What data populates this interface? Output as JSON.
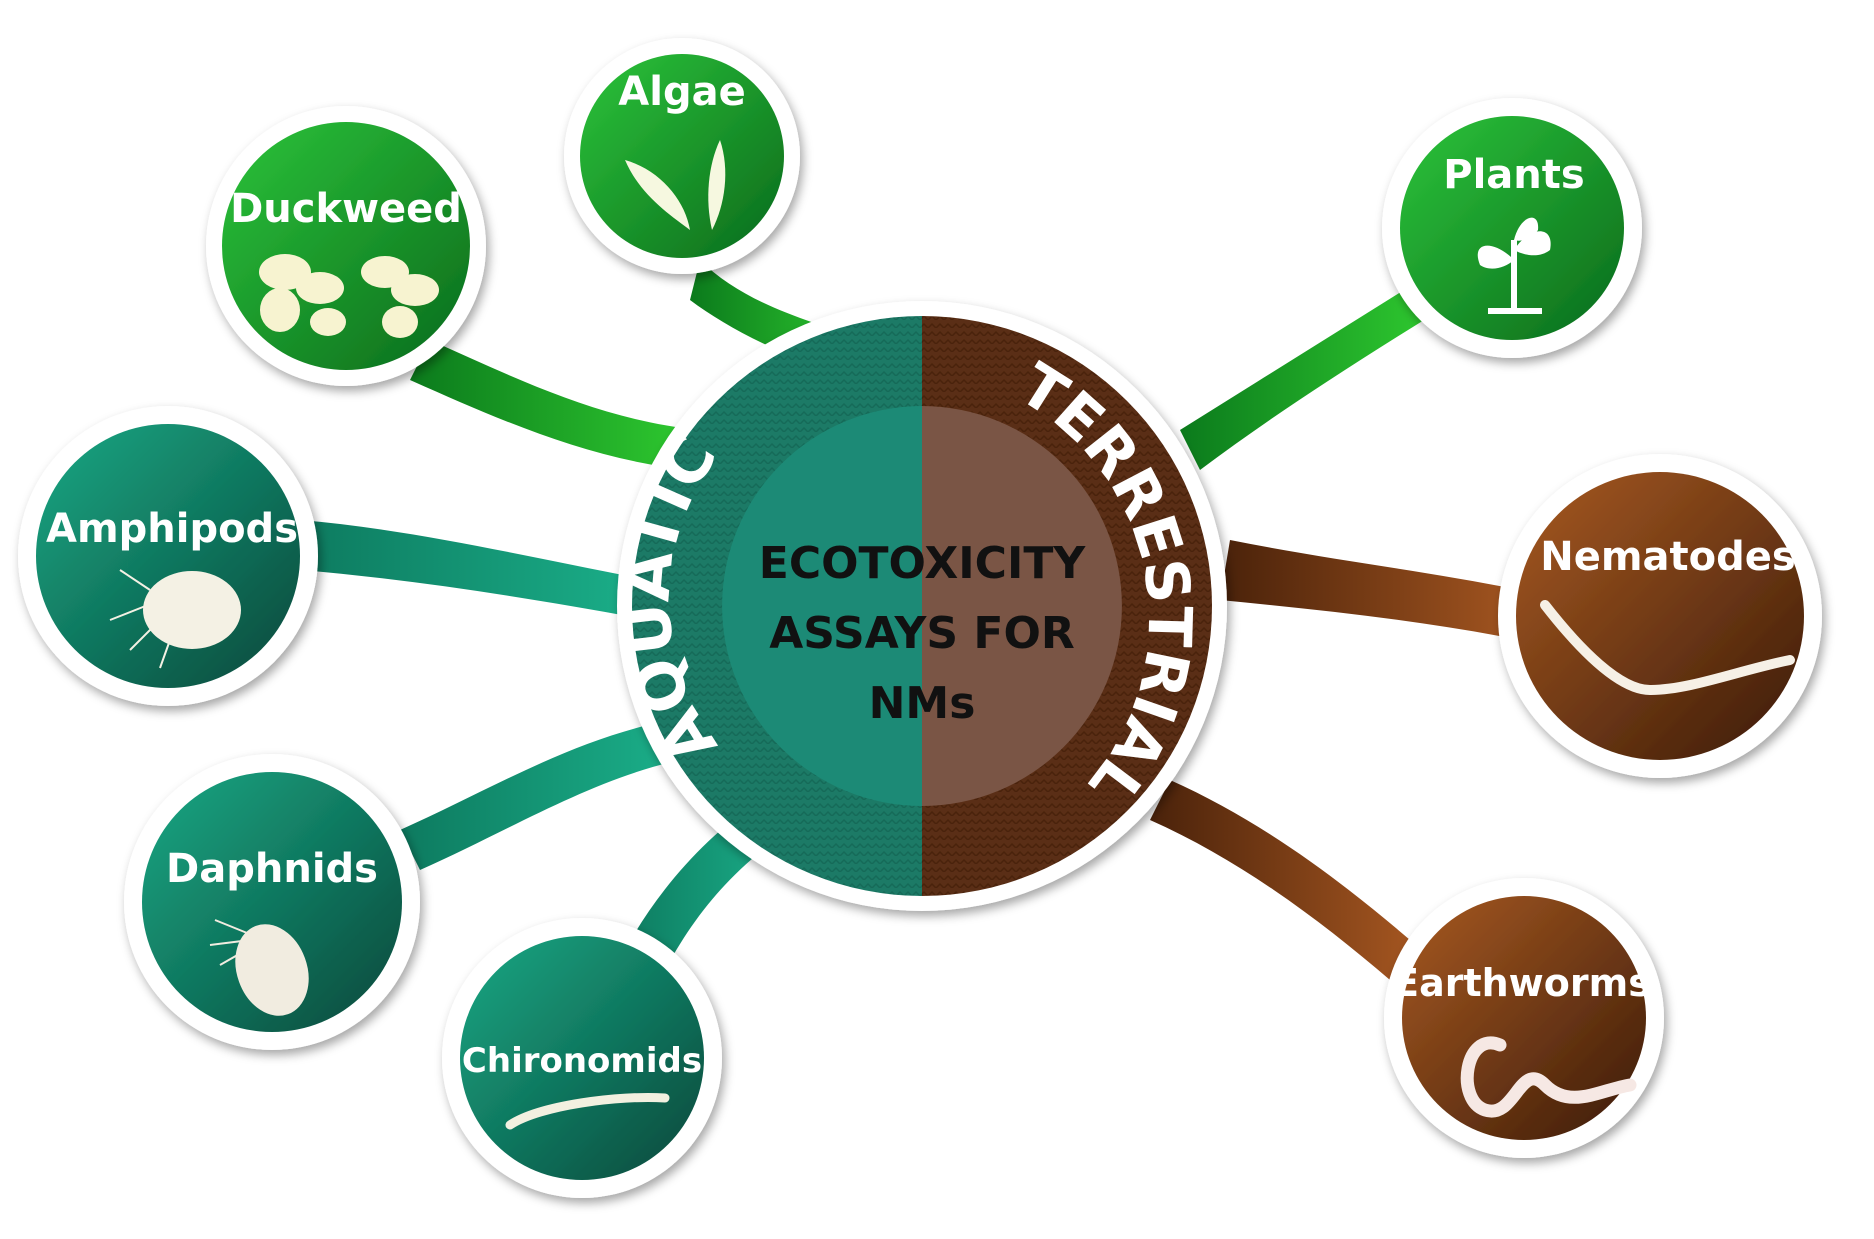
{
  "center": {
    "title_lines": [
      "ECOTOXICITY",
      "ASSAYS FOR",
      "NMs"
    ],
    "left_ring_label": "AQUATIC",
    "right_ring_label": "TERRESTRIAL"
  },
  "colors": {
    "aquatic": "#0f8a6a",
    "aquatic_dark": "#08503e",
    "plant_green": "#14a02a",
    "terrestrial": "#8a4a1a",
    "terrestrial_dark": "#3e1e0a",
    "border": "#ffffff"
  },
  "nodes": [
    {
      "id": "algae",
      "label": "Algae",
      "icon": "algae-icon",
      "group": "plant"
    },
    {
      "id": "duckweed",
      "label": "Duckweed",
      "icon": "duckweed-icon",
      "group": "plant"
    },
    {
      "id": "amphipods",
      "label": "Amphipods",
      "icon": "amphipod-icon",
      "group": "aquatic"
    },
    {
      "id": "daphnids",
      "label": "Daphnids",
      "icon": "daphnid-icon",
      "group": "aquatic"
    },
    {
      "id": "chironomids",
      "label": "Chironomids",
      "icon": "chironomid-icon",
      "group": "aquatic"
    },
    {
      "id": "plants",
      "label": "Plants",
      "icon": "plant-sprout-icon",
      "group": "plant"
    },
    {
      "id": "nematodes",
      "label": "Nematodes",
      "icon": "nematode-icon",
      "group": "terrestrial"
    },
    {
      "id": "earthworms",
      "label": "Earthworms",
      "icon": "earthworm-icon",
      "group": "terrestrial"
    }
  ]
}
